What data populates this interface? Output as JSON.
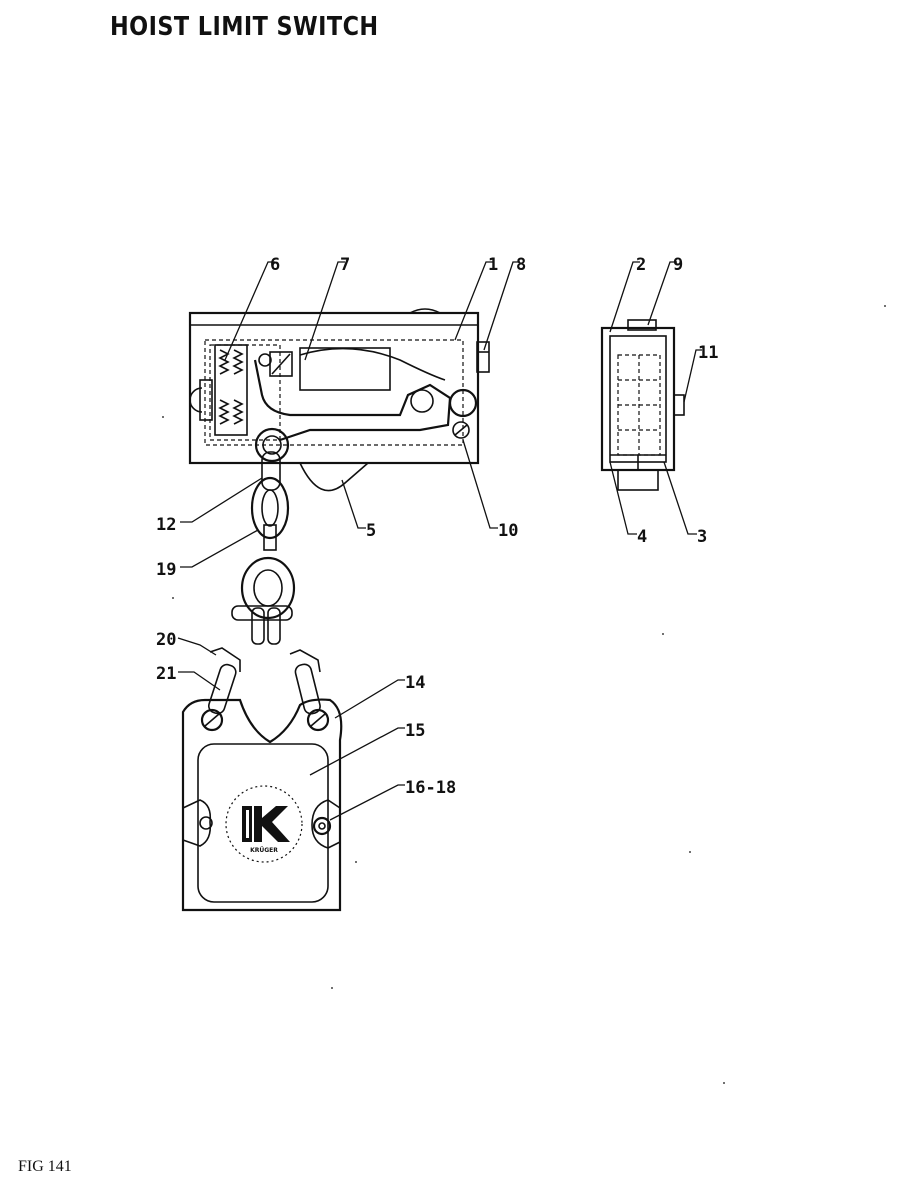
{
  "title": "HOIST LIMIT SWITCH",
  "figure_label": "FIG 141",
  "logo_text": "KRÜGER",
  "callouts": {
    "c1": "1",
    "c2": "2",
    "c3": "3",
    "c4": "4",
    "c5": "5",
    "c6": "6",
    "c7": "7",
    "c8": "8",
    "c9": "9",
    "c10": "10",
    "c11": "11",
    "c12": "12",
    "c14": "14",
    "c15": "15",
    "c16_18": "16-18",
    "c19": "19",
    "c20": "20",
    "c21": "21"
  }
}
